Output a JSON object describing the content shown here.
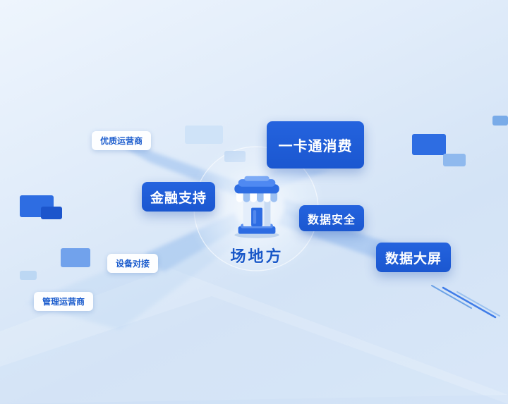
{
  "center": {
    "label": "场地方",
    "icon": "storefront-icon"
  },
  "nodes": [
    {
      "id": "premium-operator",
      "label": "优质运营商",
      "style": "pill"
    },
    {
      "id": "onecard-consumption",
      "label": "一卡通消费",
      "style": "primary-large"
    },
    {
      "id": "financial-support",
      "label": "金融支持",
      "style": "primary"
    },
    {
      "id": "data-security",
      "label": "数据安全",
      "style": "primary"
    },
    {
      "id": "data-dashboard",
      "label": "数据大屏",
      "style": "primary"
    },
    {
      "id": "device-integration",
      "label": "设备对接",
      "style": "pill"
    },
    {
      "id": "management-operator",
      "label": "管理运营商",
      "style": "pill"
    }
  ],
  "colors": {
    "primary_blue": "#1e5cd6",
    "pill_text_blue": "#1b5ccd",
    "center_label_blue": "#1857c8",
    "background_light": "#eef5fd",
    "background_deep": "#d3e3f6",
    "beam_blue": "#91b9ee",
    "decor_strong_blue": "#2e6de2"
  }
}
